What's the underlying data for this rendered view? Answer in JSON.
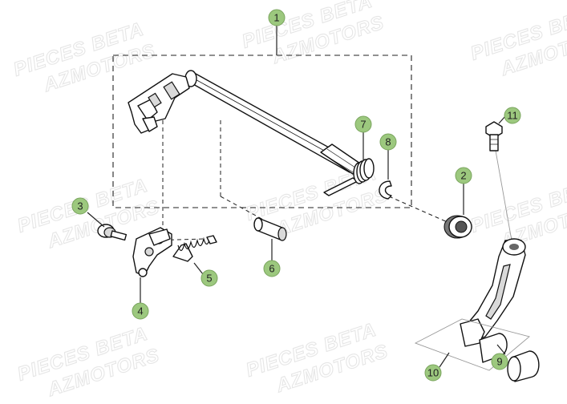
{
  "watermark": {
    "line1": "PIECES BETA",
    "line2": "AZMOTORS"
  },
  "callouts": [
    "1",
    "2",
    "3",
    "4",
    "5",
    "6",
    "7",
    "8",
    "9",
    "10",
    "11"
  ]
}
